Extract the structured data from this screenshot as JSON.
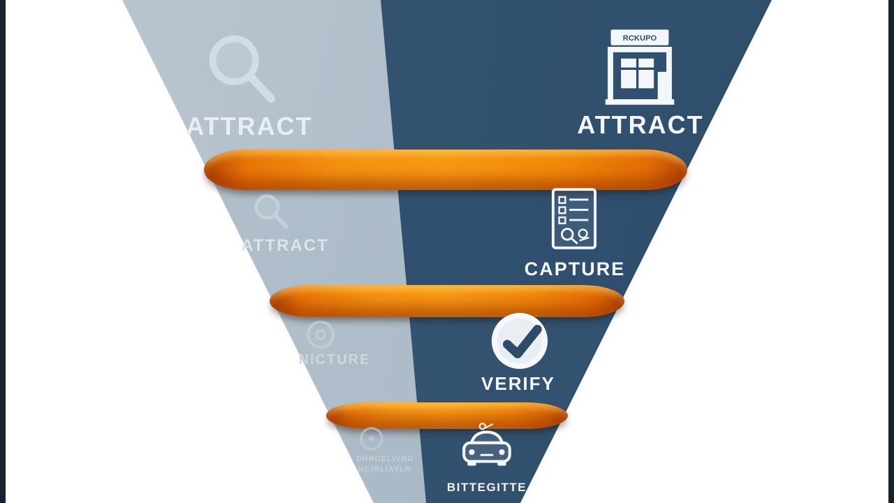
{
  "colors": {
    "left_light": "#aebcc9",
    "right_dark": "#2f4e6d",
    "band_orange": "#f08708",
    "edge_bar": "#16222e",
    "background": "#ffffff"
  },
  "funnel": {
    "tiers": [
      {
        "left": {
          "icon": "magnifier-icon",
          "label": "ATTRACT"
        },
        "right": {
          "icon": "storefront-icon",
          "sign": "RCKUPO",
          "label": "ATTRACT"
        }
      },
      {
        "left": {
          "icon": "magnifier-small-icon",
          "label": "ATTRACT"
        },
        "right": {
          "icon": "checklist-document-icon",
          "label": "CAPTURE"
        }
      },
      {
        "left": {
          "icon": "faint-badge-icon",
          "label": "NICTURE"
        },
        "right": {
          "icon": "check-circle-icon",
          "label": "VERIFY"
        }
      },
      {
        "left": {
          "icon": "faint-circle-icon",
          "label_line1": "DNRCELIVND",
          "label_line2": "NCIRLIAVLR"
        },
        "right": {
          "icon": "car-icon",
          "label": "BITTEGITTE"
        }
      }
    ]
  }
}
